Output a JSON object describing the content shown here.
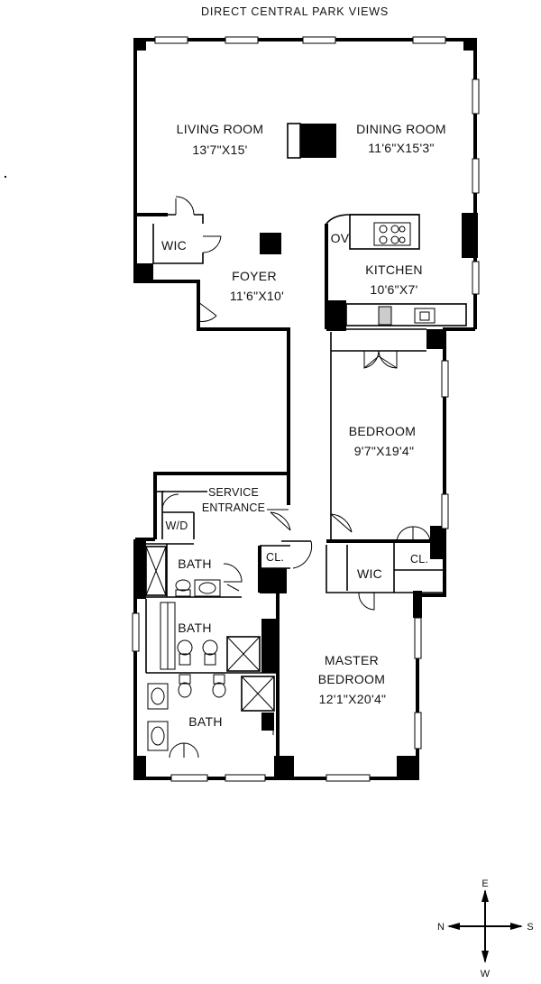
{
  "title": "DIRECT CENTRAL PARK VIEWS",
  "rooms": {
    "living_room": {
      "name": "LIVING ROOM",
      "size": "13'7\"X15'"
    },
    "dining_room": {
      "name": "DINING ROOM",
      "size": "11'6\"X15'3\""
    },
    "foyer": {
      "name": "FOYER",
      "size": "11'6\"X10'"
    },
    "kitchen": {
      "name": "KITCHEN",
      "size": "10'6\"X7'"
    },
    "bedroom": {
      "name": "BEDROOM",
      "size": "9'7\"X19'4\""
    },
    "master_bedroom": {
      "name_line1": "MASTER",
      "name_line2": "BEDROOM",
      "size": "12'1\"X20'4\""
    },
    "service_entrance": {
      "line1": "SERVICE",
      "line2": "ENTRANCE"
    },
    "wic_1": "WIC",
    "wic_2": "WIC",
    "wd": "W/D",
    "ov": "OV",
    "closet_1": "CL.",
    "closet_2": "CL.",
    "bath_1": "BATH",
    "bath_2": "BATH",
    "bath_3": "BATH"
  },
  "compass": {
    "north": "N",
    "south": "S",
    "east": "E",
    "west": "W"
  }
}
